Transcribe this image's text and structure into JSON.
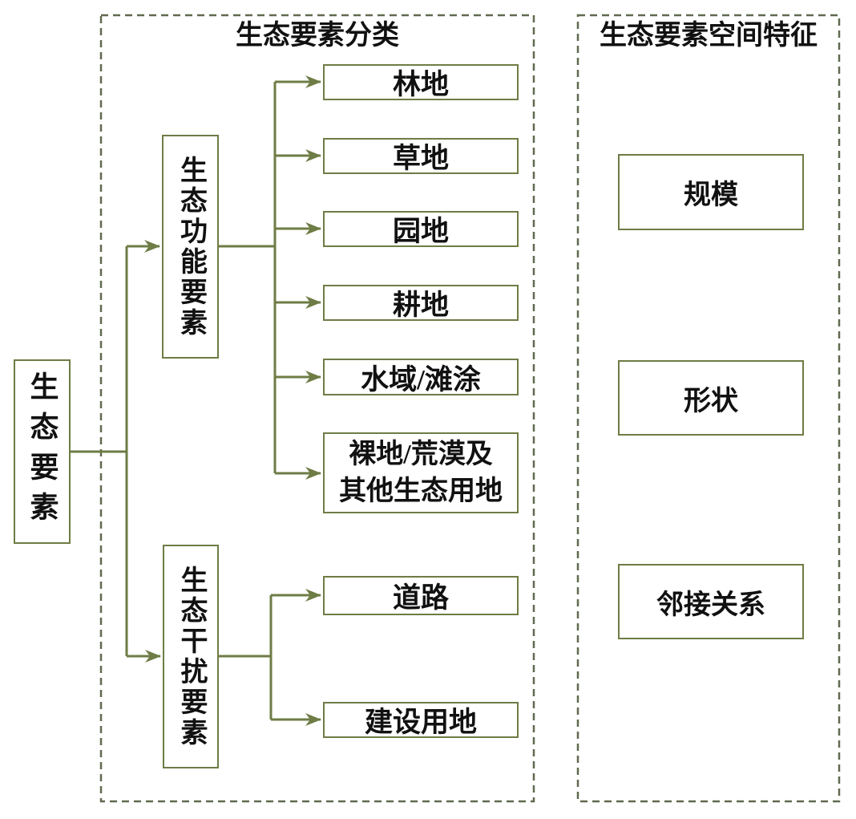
{
  "colors": {
    "line": "#6e7c45",
    "dashed_border": "#606a4f",
    "text": "#111111",
    "background": "#ffffff"
  },
  "root": {
    "label": "生态要素"
  },
  "classification": {
    "title": "生态要素分类",
    "functional": {
      "label": "生态功能要素",
      "items": [
        "林地",
        "草地",
        "园地",
        "耕地",
        "水域/滩涂",
        "裸地/荒漠及\n其他生态用地"
      ]
    },
    "disturbance": {
      "label": "生态干扰要素",
      "items": [
        "道路",
        "建设用地"
      ]
    }
  },
  "spatial": {
    "title": "生态要素空间特征",
    "items": [
      "规模",
      "形状",
      "邻接关系"
    ]
  }
}
